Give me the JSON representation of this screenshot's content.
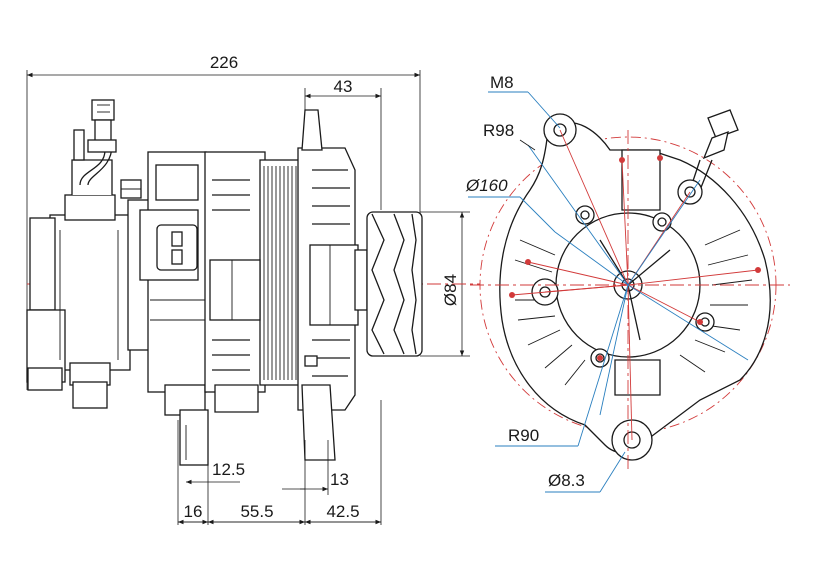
{
  "side_view_dimensions": {
    "overall_length": "226",
    "pulley_section": "43",
    "pulley_diameter": "Ø84",
    "bottom_offset": "12.5",
    "bottom_right_small": "13",
    "bottom_left": "16",
    "bottom_middle": "55.5",
    "bottom_right": "42.5"
  },
  "front_view_labels": {
    "thread": "M8",
    "radius_top": "R98",
    "circle_diameter": "Ø160",
    "radius_bottom": "R90",
    "hole_diameter": "Ø8.3"
  },
  "colors": {
    "line": "#1a1a1a",
    "dimension_leader": "#2a7fbf",
    "centerline": "#d23a3a"
  }
}
